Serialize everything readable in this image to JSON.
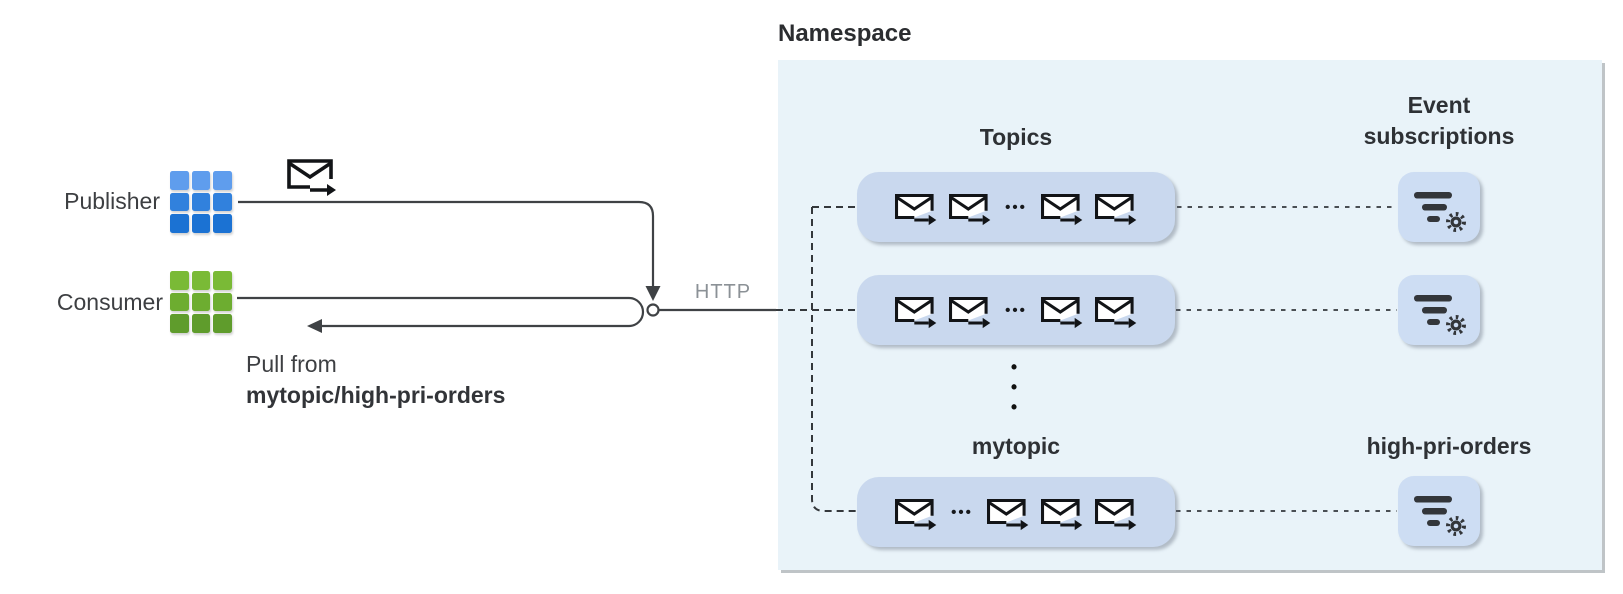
{
  "left_panel": {
    "publisher_label": "Publisher",
    "consumer_label": "Consumer",
    "pull_caption_line1": "Pull from",
    "pull_caption_line2": "mytopic/high-pri-orders",
    "http_label": "HTTP"
  },
  "namespace": {
    "title": "Namespace",
    "topics_heading": "Topics",
    "event_subscriptions_heading_line1": "Event",
    "event_subscriptions_heading_line2": "subscriptions",
    "mytopic_heading": "mytopic",
    "high_pri_orders_heading": "high-pri-orders",
    "row_ellipsis": "•••",
    "vertical_dot": "•",
    "topic_rows": [
      {
        "envelopes_before_ellipsis": 2,
        "envelopes_after_ellipsis": 2
      },
      {
        "envelopes_before_ellipsis": 2,
        "envelopes_after_ellipsis": 2
      },
      {
        "envelopes_before_ellipsis": 1,
        "envelopes_after_ellipsis": 3
      }
    ]
  },
  "icons": {
    "publisher": "app-grid-icon-blue",
    "consumer": "app-grid-icon-green",
    "envelope": "event-message-icon",
    "event_subscription": "filter-gear-icon"
  },
  "colors": {
    "namespace_bg": "#e9f3f9",
    "topic_pill_bg": "#c9d8ee",
    "subscription_icon_bg": "#cdddf3",
    "line": "#3f4245",
    "http_text": "#8b9196",
    "publisher_blue_top": "#5f9ded",
    "publisher_blue_mid": "#3181dd",
    "publisher_blue_bottom": "#1b72d3",
    "consumer_green_top": "#7aba36",
    "consumer_green_mid": "#6dad30",
    "consumer_green_bottom": "#5f9c2c",
    "glyph_dark": "#33363a",
    "heading_text": "#2e3135",
    "label_text": "#3d3f42"
  }
}
